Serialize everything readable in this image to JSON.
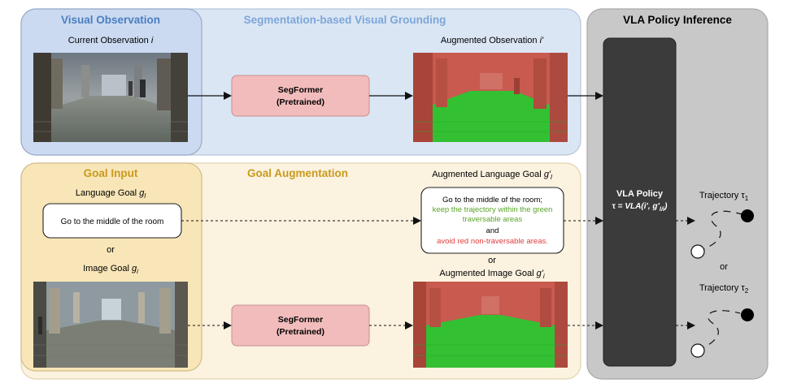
{
  "colors": {
    "top_panel_bg": "#dbe6f4",
    "top_panel_border": "#b7c6dc",
    "visual_obs_bg": "#cbdaf1",
    "visual_obs_border": "#99abc6",
    "bottom_panel_bg": "#fbf2df",
    "bottom_panel_border": "#e2d3b0",
    "goal_input_bg": "#f8e6b8",
    "goal_input_border": "#cfbd8c",
    "right_panel_bg": "#c8c8c8",
    "right_panel_border": "#a8a8a8",
    "policy_box": "#3b3b3b",
    "segformer_bg": "#f2bcbc",
    "segformer_border": "#c98f8f",
    "section_title_blue": "#4a7fc1",
    "section_title_light_blue": "#7da6d9",
    "section_title_gold": "#c99a1e",
    "text_green": "#5aa52a",
    "text_red": "#e33b3b",
    "seg_red": "#c85a4f",
    "seg_green": "#33c033"
  },
  "sections": {
    "visual_observation": "Visual Observation",
    "segmentation_grounding": "Segmentation-based Visual Grounding",
    "goal_input": "Goal Input",
    "goal_augmentation": "Goal Augmentation",
    "vla_inference": "VLA Policy Inference"
  },
  "labels": {
    "current_obs": "Current Observation",
    "current_obs_var": "i",
    "augmented_obs": "Augmented Observation",
    "augmented_obs_var": "i'",
    "language_goal": "Language Goal",
    "language_goal_var": "g",
    "language_goal_sub": "l",
    "image_goal": "Image Goal",
    "image_goal_var": "g",
    "image_goal_sub": "i",
    "augmented_language_goal": "Augmented Language Goal",
    "augmented_language_goal_var": "g'",
    "augmented_language_goal_sub": "l",
    "augmented_image_goal": "Augmented Image Goal",
    "augmented_image_goal_var": "g'",
    "augmented_image_goal_sub": "i",
    "or": "or"
  },
  "segformer": {
    "line1": "SegFormer",
    "line2": "(Pretrained)"
  },
  "language_goal_text": "Go to the middle of the room",
  "augmented_language": {
    "line1": "Go to the middle of the room;",
    "line2": "keep the trajectory within the green",
    "line3": "traversable areas",
    "line4": "and",
    "line5": "avoid red non-traversable areas."
  },
  "vla_policy": {
    "title": "VLA Policy",
    "formula_prefix": "τ = ",
    "formula_func": "VLA(i', g'",
    "formula_sub": "l/i",
    "formula_suffix": ")"
  },
  "trajectories": {
    "label": "Trajectory",
    "symbol": "τ",
    "sub1": "1",
    "sub2": "2",
    "or": "or"
  }
}
